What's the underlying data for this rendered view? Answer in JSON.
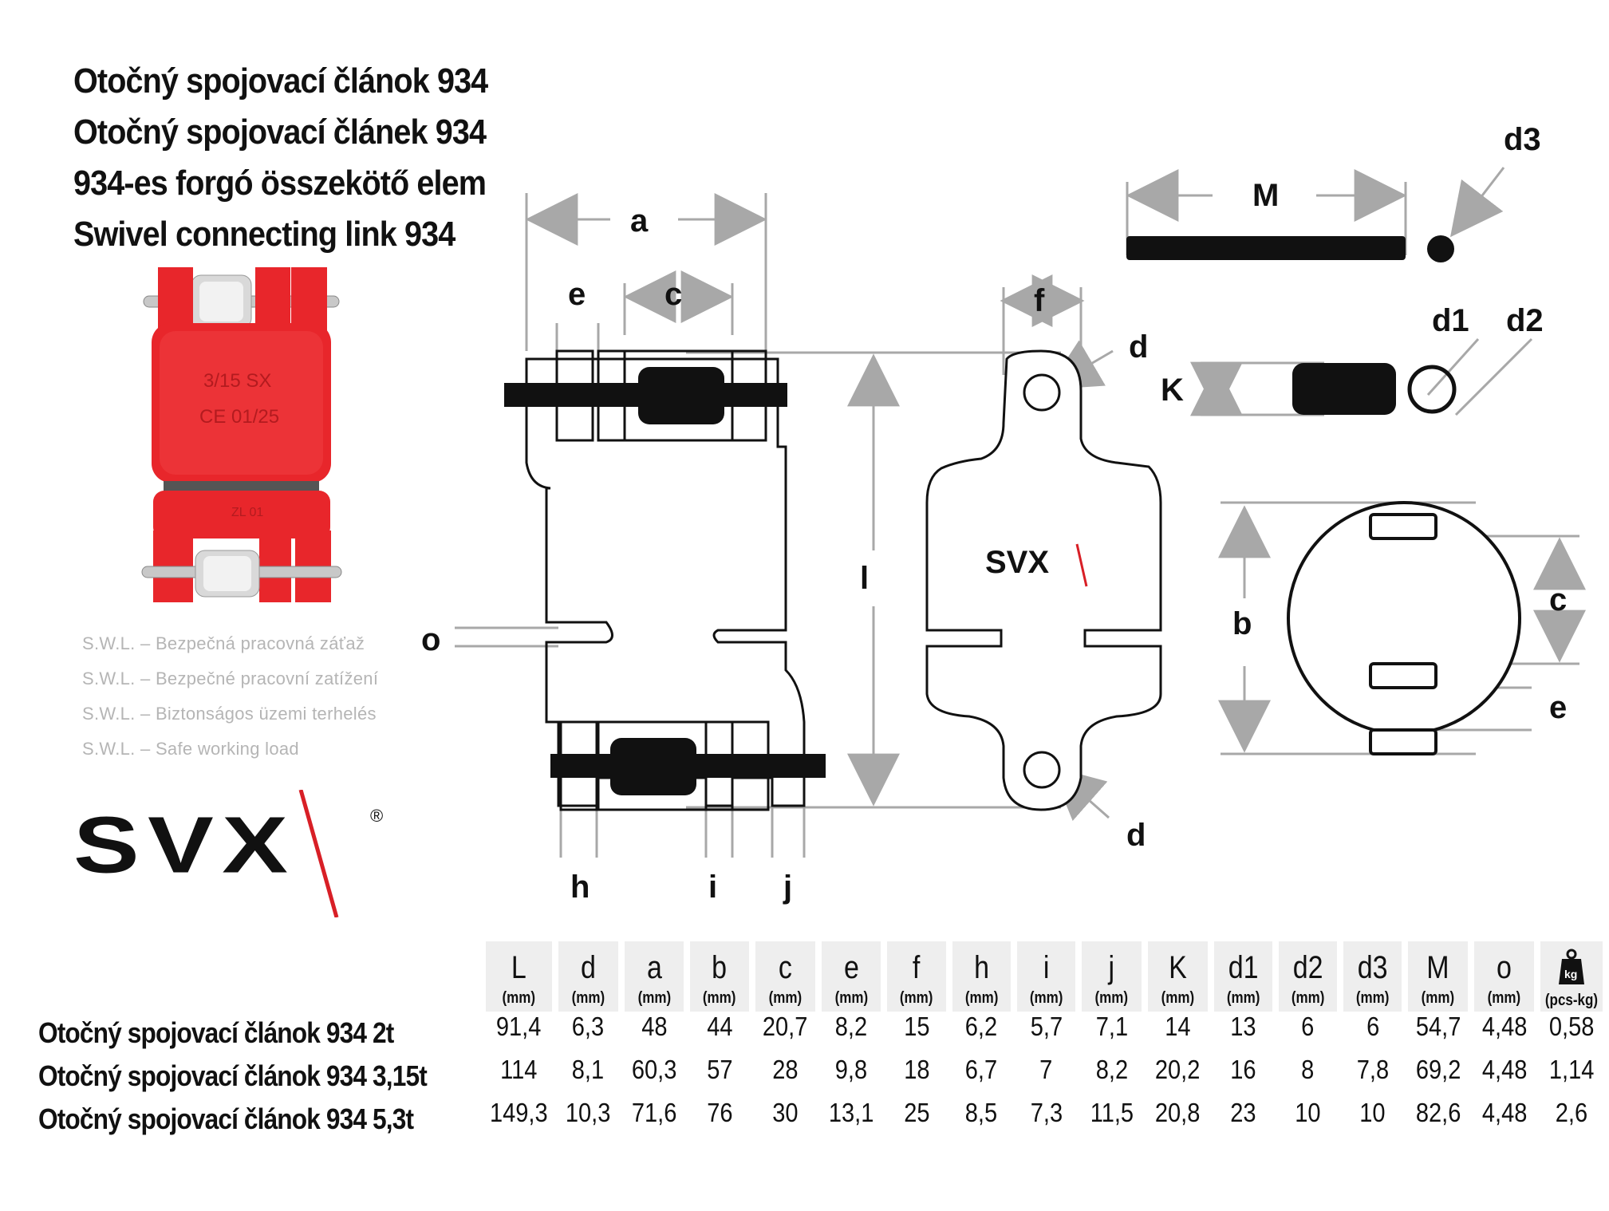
{
  "titles": [
    "Otočný spojovací článok 934",
    "Otočný spojovací článek 934",
    "934-es forgó összekötő elem",
    "Swivel connecting link 934"
  ],
  "swl": [
    "S.W.L. – Bezpečná pracovná záťaž",
    "S.W.L. – Bezpečné pracovní zatížení",
    "S.W.L. – Biztonságos üzemi terhelés",
    "S.W.L. – Safe working load"
  ],
  "photo_marks": {
    "top_text": "3/15 SX",
    "sub_text": "CE 01/25",
    "bottom_text": "ZL 01"
  },
  "brand": {
    "name": "SVX",
    "registered": "®",
    "accent_color": "#d81f26"
  },
  "diagram_labels": {
    "a": "a",
    "c": "c",
    "e": "e",
    "l": "l",
    "o": "o",
    "h": "h",
    "i": "i",
    "j": "j",
    "f": "f",
    "d_top": "d",
    "d_bottom": "d",
    "M": "M",
    "d3": "d3",
    "K": "K",
    "d1": "d1",
    "d2": "d2",
    "b": "b",
    "c_right": "c",
    "e_right": "e"
  },
  "table": {
    "headers": [
      {
        "sym": "L",
        "unit": "(mm)"
      },
      {
        "sym": "d",
        "unit": "(mm)"
      },
      {
        "sym": "a",
        "unit": "(mm)"
      },
      {
        "sym": "b",
        "unit": "(mm)"
      },
      {
        "sym": "c",
        "unit": "(mm)"
      },
      {
        "sym": "e",
        "unit": "(mm)"
      },
      {
        "sym": "f",
        "unit": "(mm)"
      },
      {
        "sym": "h",
        "unit": "(mm)"
      },
      {
        "sym": "i",
        "unit": "(mm)"
      },
      {
        "sym": "j",
        "unit": "(mm)"
      },
      {
        "sym": "K",
        "unit": "(mm)"
      },
      {
        "sym": "d1",
        "unit": "(mm)"
      },
      {
        "sym": "d2",
        "unit": "(mm)"
      },
      {
        "sym": "d3",
        "unit": "(mm)"
      },
      {
        "sym": "M",
        "unit": "(mm)"
      },
      {
        "sym": "o",
        "unit": "(mm)"
      },
      {
        "sym": "kg",
        "unit": "(pcs-kg)",
        "icon": "weight-icon"
      }
    ],
    "rows": [
      {
        "name": "Otočný spojovací článok 934 2t",
        "values": [
          "91,4",
          "6,3",
          "48",
          "44",
          "20,7",
          "8,2",
          "15",
          "6,2",
          "5,7",
          "7,1",
          "14",
          "13",
          "6",
          "6",
          "54,7",
          "4,48",
          "0,58"
        ]
      },
      {
        "name": "Otočný spojovací článok 934 3,15t",
        "values": [
          "114",
          "8,1",
          "60,3",
          "57",
          "28",
          "9,8",
          "18",
          "6,7",
          "7",
          "8,2",
          "20,2",
          "16",
          "8",
          "7,8",
          "69,2",
          "4,48",
          "1,14"
        ]
      },
      {
        "name": "Otočný spojovací článok 934 5,3t",
        "values": [
          "149,3",
          "10,3",
          "71,6",
          "76",
          "30",
          "13,1",
          "25",
          "8,5",
          "7,3",
          "11,5",
          "20,8",
          "23",
          "10",
          "10",
          "82,6",
          "4,48",
          "2,6"
        ]
      }
    ]
  },
  "colors": {
    "product_red": "#e8262b",
    "dimension_gray": "#a8a8a8",
    "ink": "#111111"
  }
}
